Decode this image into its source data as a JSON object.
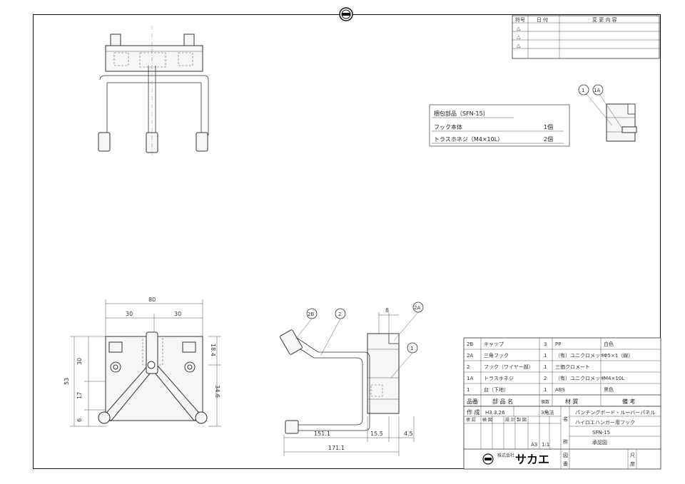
{
  "revision_table": {
    "headers": [
      "符号",
      "日 付",
      "変 更 内 容"
    ],
    "rows": [
      "△",
      "△",
      "△"
    ]
  },
  "kit_box": {
    "title": "梱包部品（SFN-15）",
    "items": [
      {
        "name": "フック本体",
        "qty": "1個"
      },
      {
        "name": "トラスホネジ（M4×10L）",
        "qty": "2個"
      }
    ]
  },
  "part_balloons": [
    "1",
    "1A",
    "2",
    "2A",
    "2B"
  ],
  "dimensions": {
    "width_total": "80",
    "half_left": "30",
    "half_right": "30",
    "h_left_top": "30",
    "h_left_total": "53",
    "h_left_mid": "17",
    "h_left_bot": "6",
    "h_right_top": "18.4",
    "h_right_mid": "34.6",
    "side_len_a": "151.1",
    "side_len_b": "15.5",
    "side_len_c": "4.5",
    "side_total": "171.1",
    "side_top": "8"
  },
  "parts_list": {
    "rows": [
      {
        "no": "2B",
        "name": "キャップ",
        "qty": "3",
        "material": "PP",
        "note": "白色"
      },
      {
        "no": "2A",
        "name": "三角フック",
        "qty": "1",
        "material": "（有）ユニクロメッキ",
        "note": "Φ5×1（線）"
      },
      {
        "no": "2",
        "name": "フック（ワイヤー部）",
        "qty": "1",
        "material": "三価クロメート",
        "note": ""
      },
      {
        "no": "1A",
        "name": "トラスホネジ",
        "qty": "2",
        "material": "（有）ユニクロメッキ",
        "note": "M4×10L"
      },
      {
        "no": "1",
        "name": "台（下地）",
        "qty": "1",
        "material": "ABS",
        "note": "黒色"
      }
    ],
    "header": {
      "no": "品番",
      "name": "部 品 名",
      "qty": "個数",
      "material": "材 質",
      "note": "備 考"
    }
  },
  "title_block": {
    "labels": {
      "made": "作 成",
      "check": "承 認",
      "design": "検 図",
      "draw": "設 計",
      "drafter": "製 図",
      "name_label": "名",
      "name_label2": "称",
      "drawing_no": "図",
      "drawing_no2": "番",
      "sheet": "尺",
      "sheet2": "度"
    },
    "date": "H3.3.26",
    "projection": "3角法",
    "size": "A3",
    "scale": "1:1",
    "product_line1": "パンチングボード・ルーバーパネル",
    "product_line2": "ハイロエハンガー用フック",
    "model": "SFN-15",
    "status": "承認図",
    "company_small": "株式会社",
    "company": "サカエ"
  }
}
